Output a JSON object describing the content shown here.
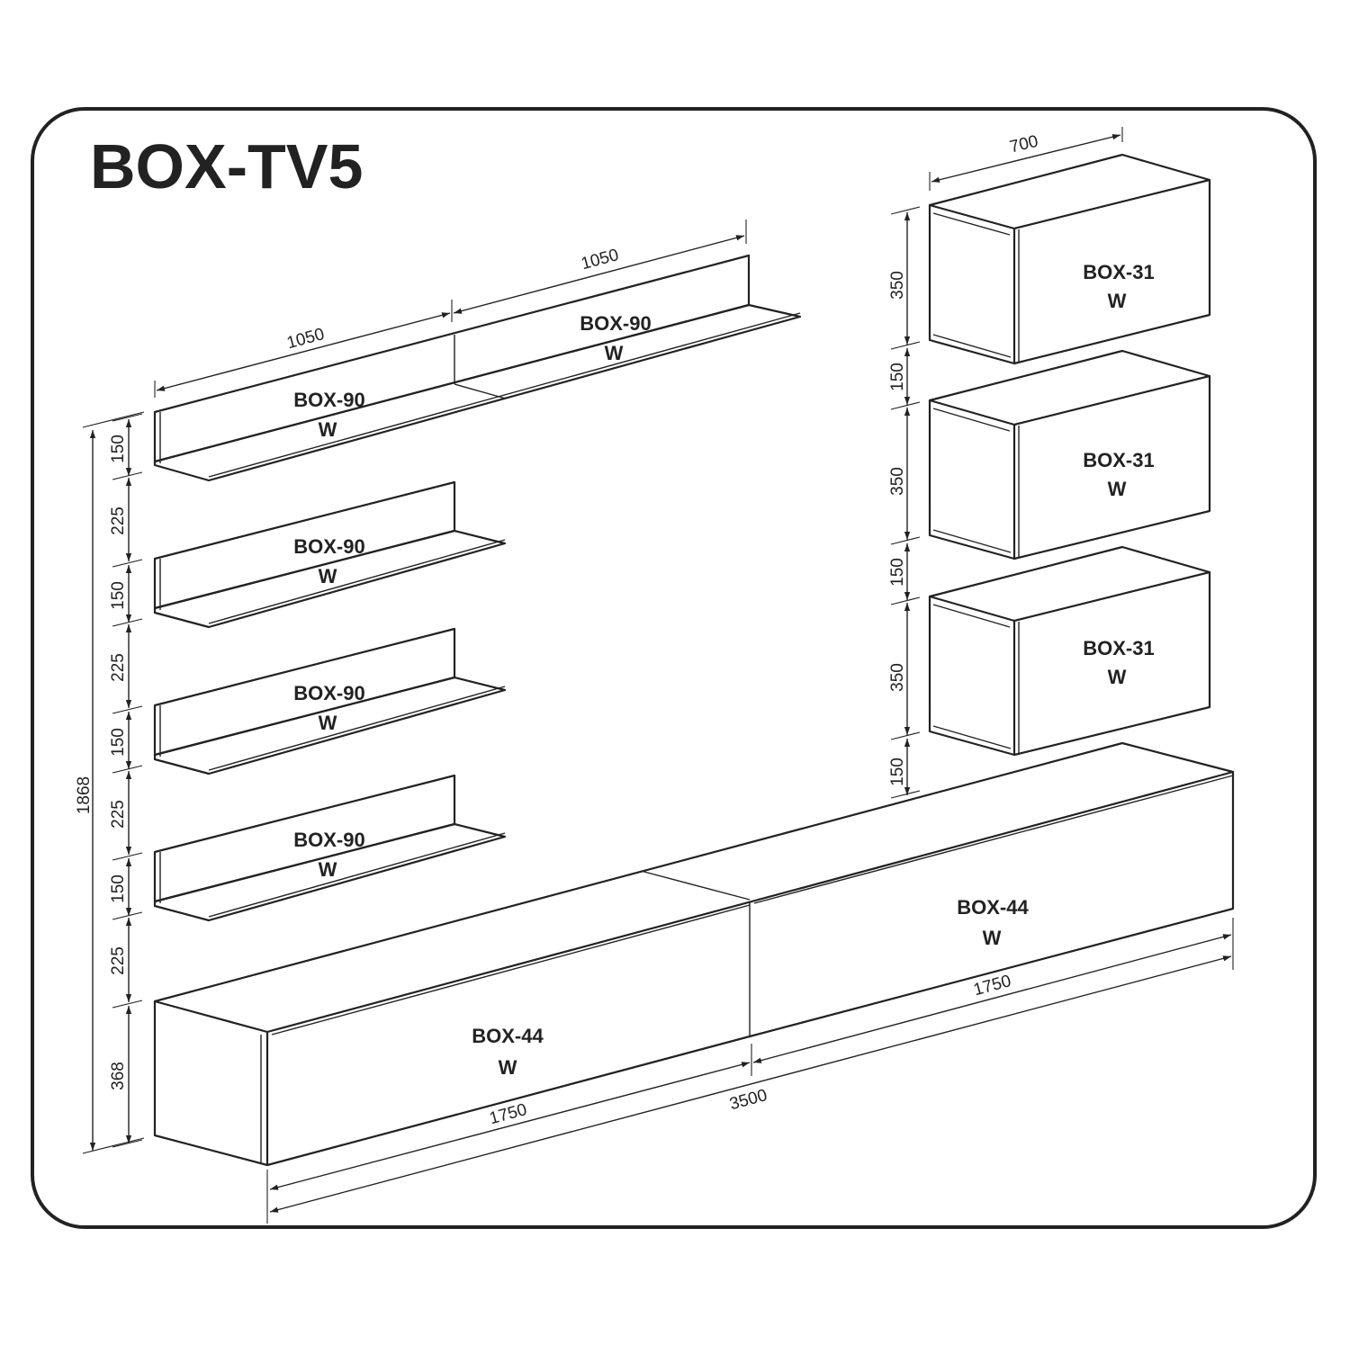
{
  "title": "BOX-TV5",
  "colors": {
    "line": "#222222",
    "background": "#ffffff"
  },
  "shelves": [
    {
      "name": "BOX-90",
      "finish": "W"
    },
    {
      "name": "BOX-90",
      "finish": "W"
    },
    {
      "name": "BOX-90",
      "finish": "W"
    },
    {
      "name": "BOX-90",
      "finish": "W"
    },
    {
      "name": "BOX-90",
      "finish": "W"
    }
  ],
  "cabinets": [
    {
      "name": "BOX-31",
      "finish": "W"
    },
    {
      "name": "BOX-31",
      "finish": "W"
    },
    {
      "name": "BOX-31",
      "finish": "W"
    }
  ],
  "tv_units": [
    {
      "name": "BOX-44",
      "finish": "W"
    },
    {
      "name": "BOX-44",
      "finish": "W"
    }
  ],
  "dimensions": {
    "shelf_width_left": "1050",
    "shelf_width_right": "1050",
    "cabinet_width": "700",
    "total_height": "1868",
    "left_column": [
      "150",
      "225",
      "150",
      "225",
      "150",
      "225",
      "150",
      "225",
      "368"
    ],
    "right_column": [
      "350",
      "150",
      "350",
      "150",
      "350",
      "150"
    ],
    "tv_unit_left_width": "1750",
    "tv_unit_right_width": "1750",
    "total_width": "3500"
  }
}
